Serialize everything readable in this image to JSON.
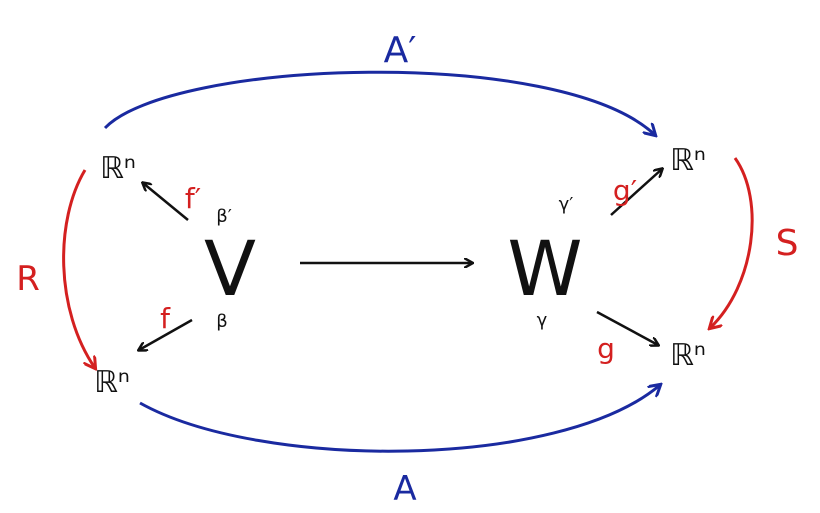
{
  "colors": {
    "black": "#111111",
    "red": "#d42020",
    "blue": "#1a2aa0"
  },
  "nodes": {
    "V": "V",
    "W": "W",
    "rn_top_left": "ℝⁿ",
    "rn_bottom_left": "ℝⁿ",
    "rn_top_right": "ℝⁿ",
    "rn_bottom_right": "ℝⁿ"
  },
  "bases": {
    "beta_prime": "β′",
    "beta": "β",
    "gamma_prime": "γ′",
    "gamma": "γ"
  },
  "maps": {
    "A_prime": "A′",
    "A": "A",
    "R": "R",
    "S": "S",
    "f_prime": "f′",
    "f": "f",
    "g_prime": "g′",
    "g": "g"
  }
}
